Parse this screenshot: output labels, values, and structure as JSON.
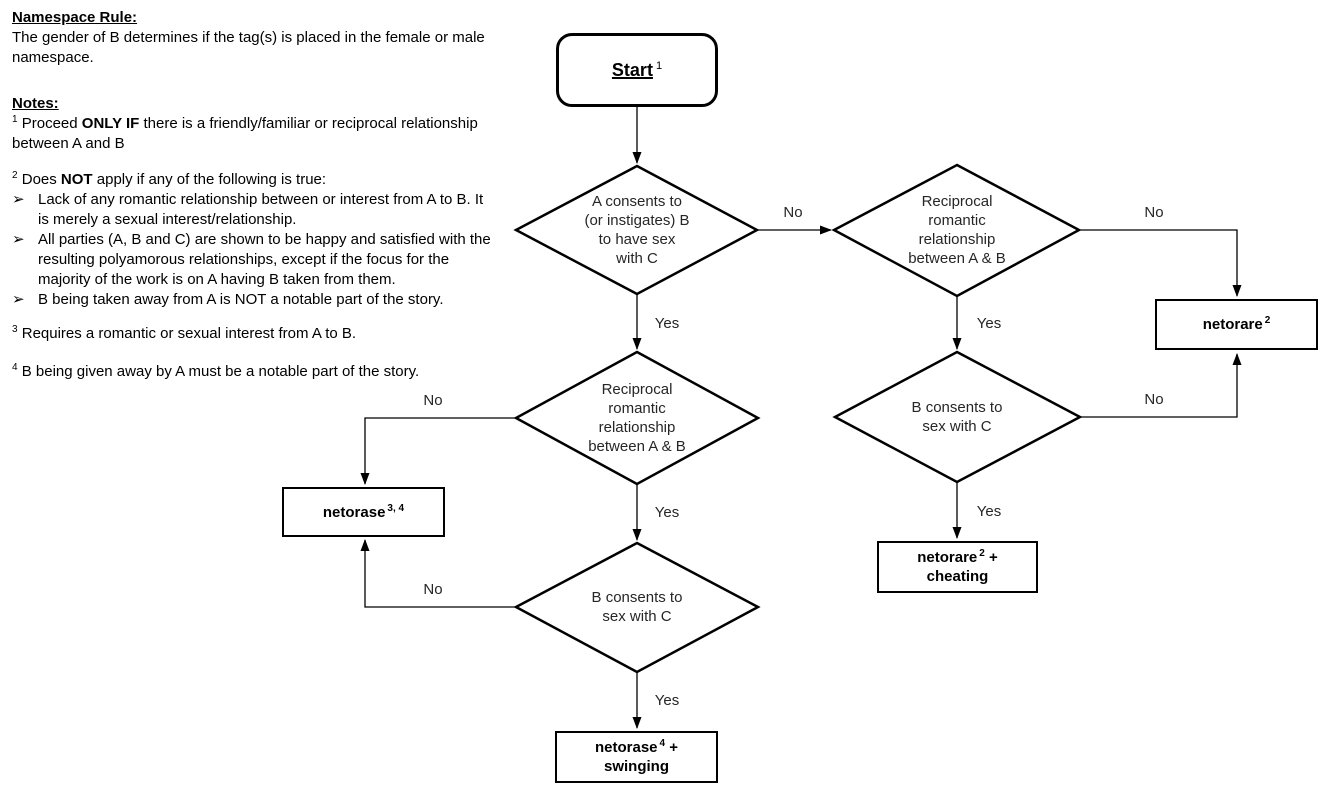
{
  "page": {
    "background_color": "#ffffff",
    "ink_color": "#000000",
    "flow_text_color": "#262626"
  },
  "notes": {
    "namespace_rule": {
      "title": "Namespace Rule:",
      "body": "The gender of B determines if the tag(s) is placed in the female or male namespace."
    },
    "notes_title": "Notes:",
    "note1": {
      "sup": "1",
      "pre": " Proceed ",
      "bold": "ONLY IF",
      "post": " there is a friendly/familiar or reciprocal relationship between A and B"
    },
    "note2": {
      "sup": "2",
      "pre": " Does ",
      "bold": "NOT",
      "post": " apply if any of the following is true:"
    },
    "bullets": [
      {
        "marker": "➢",
        "text": "Lack of any romantic relationship between or interest from A to B. It is merely a sexual interest/relationship."
      },
      {
        "marker": "➢",
        "text": "All parties (A, B and C) are shown to be happy and satisfied with the resulting polyamorous relationships, except if the focus for the majority of the work is on A having B taken from them."
      },
      {
        "marker": "➢",
        "text": "B being taken away from A is NOT a notable part of the story."
      }
    ],
    "note3": {
      "sup": "3",
      "text": " Requires a romantic or sexual interest from A to B."
    },
    "note4": {
      "sup": "4",
      "text": " B being given away by A must be a notable part of the story."
    }
  },
  "flowchart": {
    "start": {
      "label": "Start",
      "sup": "1"
    },
    "decisions": {
      "a_consents": {
        "lines": [
          "A consents to",
          "(or instigates) B",
          "to have sex",
          "with C"
        ]
      },
      "reciprocal_right": {
        "lines": [
          "Reciprocal",
          "romantic",
          "relationship",
          "between A & B"
        ]
      },
      "b_consents_right": {
        "lines": [
          "B consents to",
          "sex with C"
        ]
      },
      "reciprocal_left": {
        "lines": [
          "Reciprocal",
          "romantic",
          "relationship",
          "between A & B"
        ]
      },
      "b_consents_left": {
        "lines": [
          "B consents to",
          "sex with C"
        ]
      }
    },
    "results": {
      "netorare": {
        "label": "netorare",
        "sup": "2"
      },
      "netorare_cheating": {
        "label": "netorare",
        "sup": "2",
        "suffix": " +",
        "line2": "cheating"
      },
      "netorase": {
        "label": "netorase",
        "sup": "3, 4"
      },
      "netorase_swinging": {
        "label": "netorase",
        "sup": "4",
        "suffix": " +",
        "line2": "swinging"
      }
    },
    "edge_labels": {
      "yes": "Yes",
      "no": "No"
    }
  }
}
